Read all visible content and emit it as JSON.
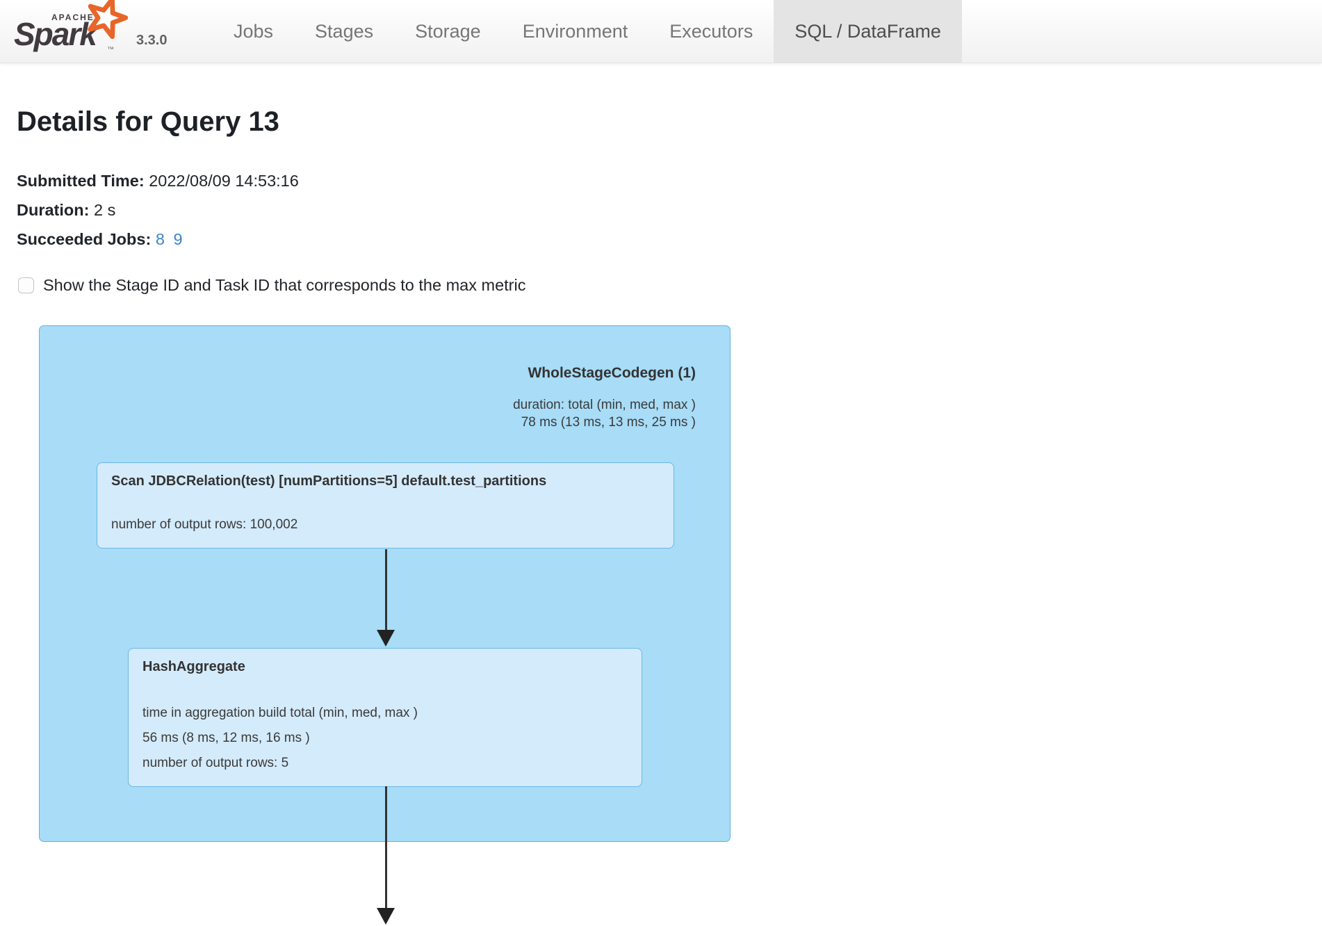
{
  "navbar": {
    "logo": {
      "apache": "APACHE",
      "name": "Spark",
      "tm": "™",
      "star_color": "#e8652a"
    },
    "version": "3.3.0",
    "tabs": [
      {
        "label": "Jobs",
        "active": false
      },
      {
        "label": "Stages",
        "active": false
      },
      {
        "label": "Storage",
        "active": false
      },
      {
        "label": "Environment",
        "active": false
      },
      {
        "label": "Executors",
        "active": false
      },
      {
        "label": "SQL / DataFrame",
        "active": true
      }
    ]
  },
  "page": {
    "title": "Details for Query 13",
    "meta": [
      {
        "label": "Submitted Time:",
        "value": "2022/08/09 14:53:16"
      },
      {
        "label": "Duration:",
        "value": "2 s"
      },
      {
        "label": "Succeeded Jobs:",
        "links": [
          "8",
          "9"
        ]
      }
    ],
    "link_color": "#3d85c8",
    "checkbox_label": "Show the Stage ID and Task ID that corresponds to the max metric",
    "checkbox_checked": false
  },
  "dag": {
    "cluster": {
      "title": "WholeStageCodegen (1)",
      "metrics": [
        "duration: total (min, med, max )",
        "78 ms (13 ms, 13 ms, 25 ms )"
      ],
      "fill": "#a8dcf7",
      "stroke": "#61b2e8"
    },
    "nodes": [
      {
        "title": "Scan JDBCRelation(test) [numPartitions=5] default.test_partitions",
        "metrics": [
          "number of output rows: 100,002"
        ]
      },
      {
        "title": "HashAggregate",
        "metrics": [
          "time in aggregation build total (min, med, max )",
          "56 ms (8 ms, 12 ms, 16 ms )",
          "number of output rows: 5"
        ]
      }
    ],
    "node_fill": "#d4ebfb",
    "node_stroke": "#6cb7e8",
    "arrow_color": "#333333"
  }
}
